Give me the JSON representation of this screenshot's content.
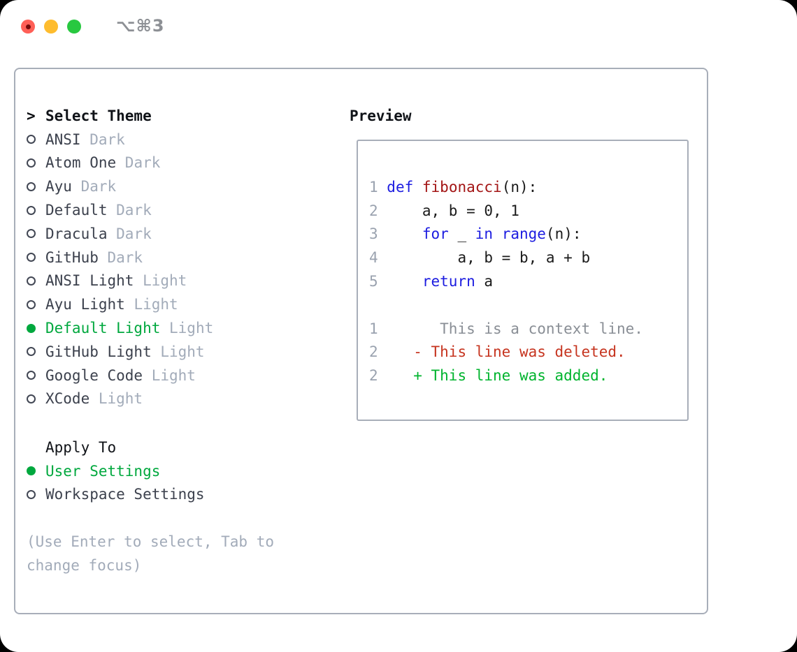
{
  "window": {
    "title": "⌥⌘3"
  },
  "colors": {
    "traffic_red": "#ff5f57",
    "traffic_red_dot": "#750b0b",
    "traffic_yellow": "#febc2e",
    "traffic_green": "#28c840",
    "panel_border": "#a8aeb9",
    "title_gray": "#8d9095",
    "header_text": "#101318",
    "item_text": "#3c414d",
    "muted_text": "#a2abb9",
    "accent_green": "#00a83e",
    "line_number": "#9aa2af",
    "code_plain": "#1a1a1a",
    "code_keyword": "#1c1ce0",
    "code_function": "#a31515",
    "diff_context": "#898e95",
    "diff_deleted": "#c6341f",
    "diff_added": "#00b42e"
  },
  "theme_panel": {
    "header": "Select Theme",
    "header_marker": ">",
    "themes": [
      {
        "name": "ANSI",
        "variant": "Dark",
        "selected": false
      },
      {
        "name": "Atom One",
        "variant": "Dark",
        "selected": false
      },
      {
        "name": "Ayu",
        "variant": "Dark",
        "selected": false
      },
      {
        "name": "Default",
        "variant": "Dark",
        "selected": false
      },
      {
        "name": "Dracula",
        "variant": "Dark",
        "selected": false
      },
      {
        "name": "GitHub",
        "variant": "Dark",
        "selected": false
      },
      {
        "name": "ANSI Light",
        "variant": "Light",
        "selected": false
      },
      {
        "name": "Ayu Light",
        "variant": "Light",
        "selected": false
      },
      {
        "name": "Default Light",
        "variant": "Light",
        "selected": true
      },
      {
        "name": "GitHub Light",
        "variant": "Light",
        "selected": false
      },
      {
        "name": "Google Code",
        "variant": "Light",
        "selected": false
      },
      {
        "name": "XCode",
        "variant": "Light",
        "selected": false
      }
    ],
    "apply_header": "Apply To",
    "apply_targets": [
      {
        "name": "User Settings",
        "selected": true
      },
      {
        "name": "Workspace Settings",
        "selected": false
      }
    ],
    "help_text": "(Use Enter to select, Tab to change focus)"
  },
  "preview": {
    "header": "Preview",
    "lines": [
      {
        "num": "1",
        "tokens": [
          {
            "t": "def",
            "c": "keyword"
          },
          {
            "t": " ",
            "c": "plain"
          },
          {
            "t": "fibonacci",
            "c": "function"
          },
          {
            "t": "(n):",
            "c": "plain"
          }
        ]
      },
      {
        "num": "2",
        "tokens": [
          {
            "t": "    a, b = 0, 1",
            "c": "plain"
          }
        ]
      },
      {
        "num": "3",
        "tokens": [
          {
            "t": "    ",
            "c": "plain"
          },
          {
            "t": "for",
            "c": "keyword"
          },
          {
            "t": " _ ",
            "c": "plain"
          },
          {
            "t": "in",
            "c": "keyword"
          },
          {
            "t": " ",
            "c": "plain"
          },
          {
            "t": "range",
            "c": "keyword"
          },
          {
            "t": "(n):",
            "c": "plain"
          }
        ]
      },
      {
        "num": "4",
        "tokens": [
          {
            "t": "        a, b = b, a + b",
            "c": "plain"
          }
        ]
      },
      {
        "num": "5",
        "tokens": [
          {
            "t": "    ",
            "c": "plain"
          },
          {
            "t": "return",
            "c": "keyword"
          },
          {
            "t": " a",
            "c": "plain"
          }
        ]
      },
      {
        "num": "",
        "tokens": []
      },
      {
        "num": "1",
        "tokens": [
          {
            "t": "      This is a context line.",
            "c": "context"
          }
        ]
      },
      {
        "num": "2",
        "tokens": [
          {
            "t": "   - This line was deleted.",
            "c": "deleted"
          }
        ]
      },
      {
        "num": "2",
        "tokens": [
          {
            "t": "   + This line was added.",
            "c": "added"
          }
        ]
      }
    ]
  }
}
